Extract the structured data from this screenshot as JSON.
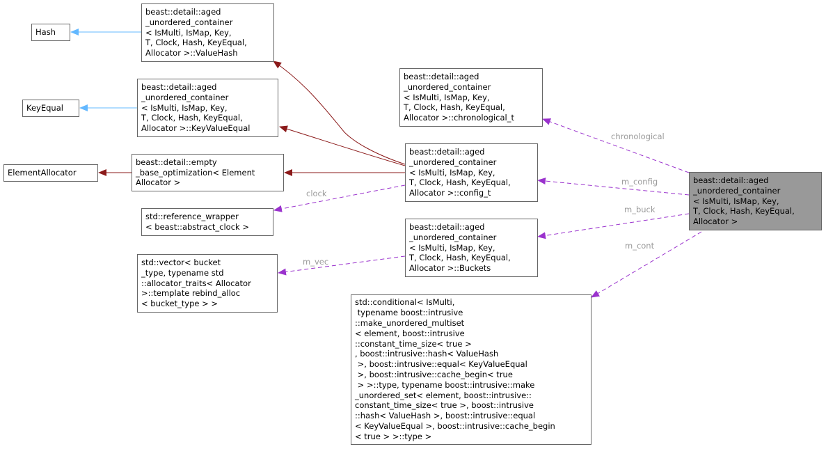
{
  "nodes": {
    "hash": [
      "Hash"
    ],
    "keyequal": [
      "KeyEqual"
    ],
    "elementallocator": [
      "ElementAllocator"
    ],
    "valuehash": [
      "beast::detail::aged",
      "_unordered_container",
      "< IsMulti, IsMap, Key,",
      "T, Clock, Hash, KeyEqual,",
      "Allocator >::ValueHash"
    ],
    "keyvalueequal": [
      "beast::detail::aged",
      "_unordered_container",
      "< IsMulti, IsMap, Key,",
      "T, Clock, Hash, KeyEqual,",
      "Allocator >::KeyValueEqual"
    ],
    "ebo": [
      "beast::detail::empty",
      "_base_optimization< Element",
      "Allocator >"
    ],
    "refwrapper": [
      "std::reference_wrapper",
      "< beast::abstract_clock >"
    ],
    "vector": [
      "std::vector< bucket",
      "_type, typename std",
      "::allocator_traits< Allocator",
      ">::template rebind_alloc",
      "< bucket_type > >"
    ],
    "chronological": [
      "beast::detail::aged",
      "_unordered_container",
      "< IsMulti, IsMap, Key,",
      "T, Clock, Hash, KeyEqual,",
      "Allocator >::chronological_t"
    ],
    "config": [
      "beast::detail::aged",
      "_unordered_container",
      "< IsMulti, IsMap, Key,",
      "T, Clock, Hash, KeyEqual,",
      "Allocator >::config_t"
    ],
    "buckets": [
      "beast::detail::aged",
      "_unordered_container",
      "< IsMulti, IsMap, Key,",
      "T, Clock, Hash, KeyEqual,",
      "Allocator >::Buckets"
    ],
    "conditional": [
      "std::conditional< IsMulti,",
      " typename boost::intrusive",
      "::make_unordered_multiset",
      "< element, boost::intrusive",
      "::constant_time_size< true >",
      ", boost::intrusive::hash< ValueHash",
      " >, boost::intrusive::equal< KeyValueEqual",
      " >, boost::intrusive::cache_begin< true",
      " > >::type, typename boost::intrusive::make",
      "_unordered_set< element, boost::intrusive::",
      "constant_time_size< true >, boost::intrusive",
      "::hash< ValueHash >, boost::intrusive::equal",
      "< KeyValueEqual >, boost::intrusive::cache_begin",
      "< true > >::type >"
    ],
    "main": [
      "beast::detail::aged",
      "_unordered_container",
      "< IsMulti, IsMap, Key,",
      "T, Clock, Hash, KeyEqual,",
      "Allocator >"
    ]
  },
  "edge_labels": {
    "chronological": "chronological",
    "m_config": "m_config",
    "m_buck": "m_buck",
    "m_cont": "m_cont",
    "clock": "clock",
    "m_vec": "m_vec"
  },
  "colors": {
    "inheritance_blue": "#63b8ff",
    "inheritance_red": "#8b1a1a",
    "usage_purple": "#9a32cd",
    "focus_node_fill": "#999999",
    "node_border": "#666666",
    "edge_label": "#9a9a9a"
  }
}
